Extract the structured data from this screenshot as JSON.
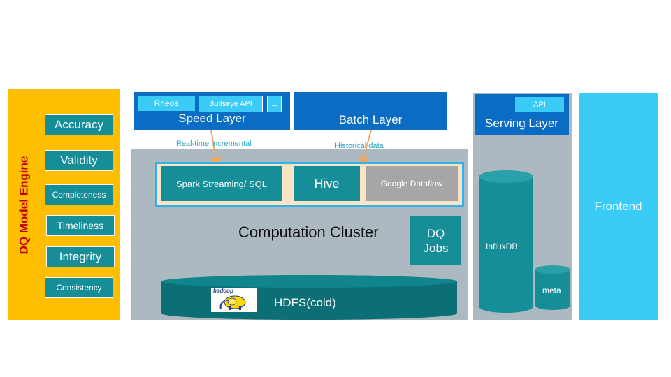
{
  "dq_engine": {
    "title": "DQ Model Engine",
    "items": [
      "Accuracy",
      "Validity",
      "Completeness",
      "Timeliness",
      "Integrity",
      "Consistency"
    ]
  },
  "speed_layer": {
    "label": "Speed Layer",
    "tags": [
      "Rheos",
      "Bullseye API",
      "..."
    ]
  },
  "batch_layer": {
    "label": "Batch Layer"
  },
  "flows": {
    "realtime": "Real-time Incremental",
    "historical": "Historical data"
  },
  "cluster": {
    "title": "Computation Cluster",
    "engines": [
      "Spark Streaming/ SQL",
      "Hive",
      "Google Dataflow"
    ],
    "dq_jobs": "DQ Jobs",
    "storage": "HDFS(cold)",
    "hadoop_logo": "hadoop"
  },
  "serving_layer": {
    "label": "Serving Layer",
    "api": "API",
    "stores": [
      "InfluxDB",
      "meta"
    ]
  },
  "frontend": {
    "label": "Frontend"
  },
  "colors": {
    "orange": "#FFBF00",
    "teal": "#168E98",
    "blue": "#0A6CC2",
    "cyan": "#3ACBF7",
    "grey": "#ACB9C1",
    "red": "#C00000"
  }
}
